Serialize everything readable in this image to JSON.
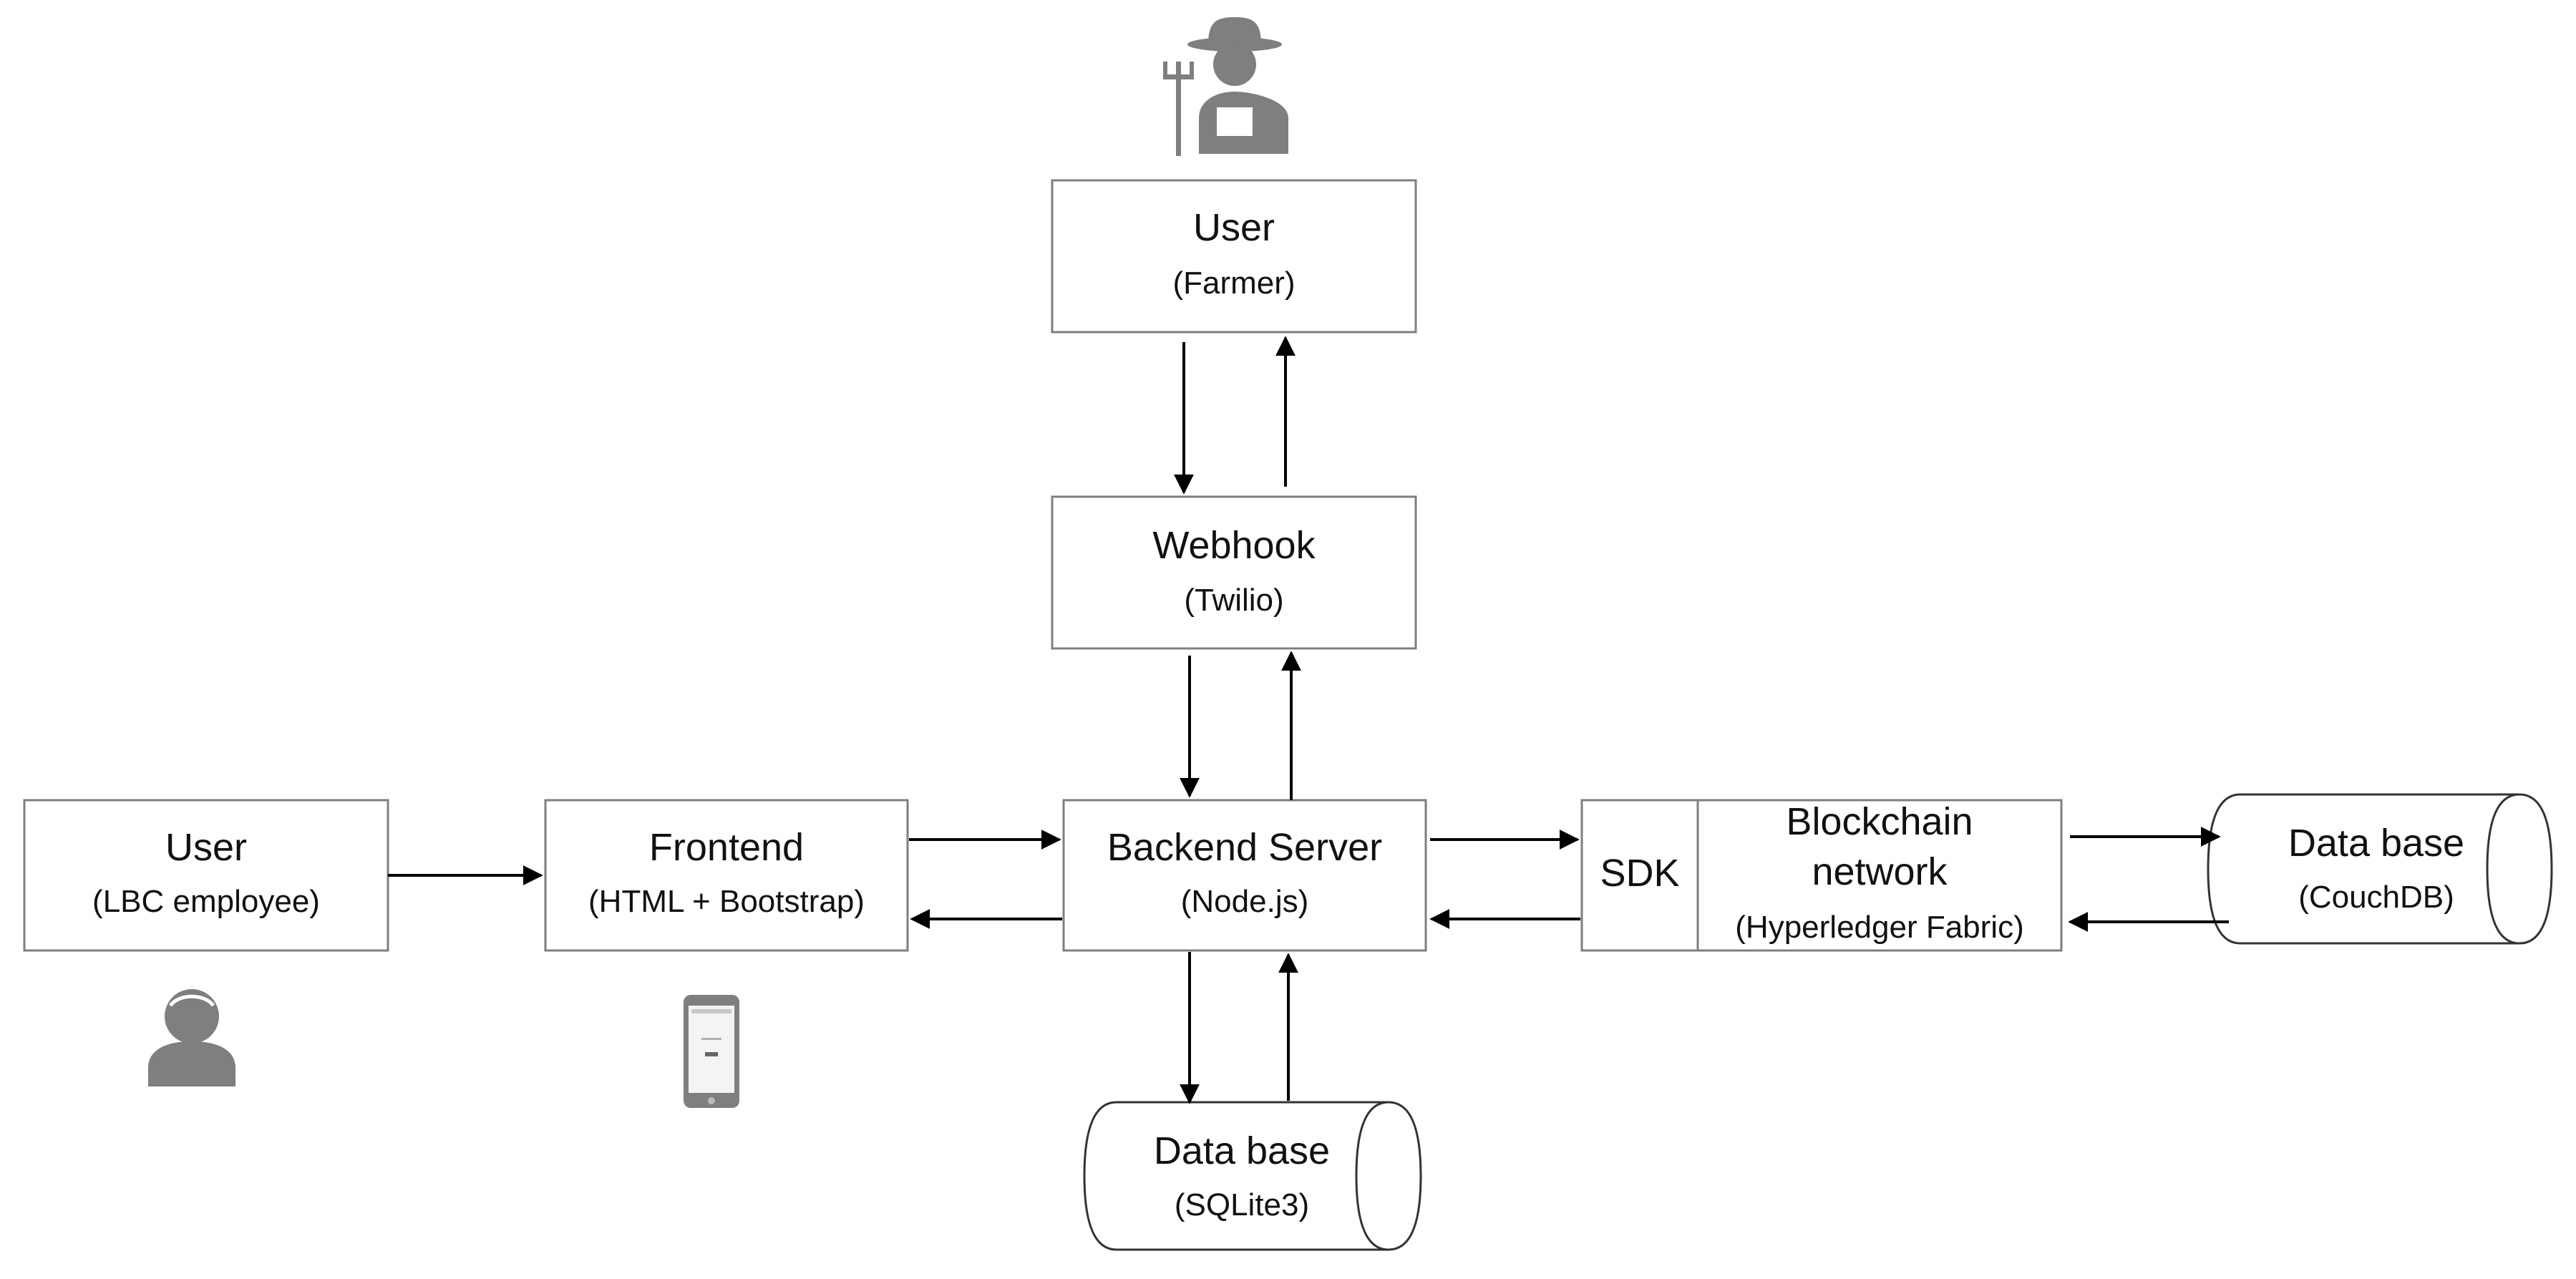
{
  "nodes": {
    "user_farmer": {
      "title": "User",
      "sub": "(Farmer)"
    },
    "webhook": {
      "title": "Webhook",
      "sub": "(Twilio)"
    },
    "user_lbc": {
      "title": "User",
      "sub": "(LBC employee)"
    },
    "frontend": {
      "title": "Frontend",
      "sub": "(HTML + Bootstrap)"
    },
    "backend": {
      "title": "Backend Server",
      "sub": "(Node.js)"
    },
    "sdk": {
      "label": "SDK"
    },
    "blockchain": {
      "line1": "Blockchain",
      "line2": "network",
      "sub": "(Hyperledger Fabric)"
    },
    "db_couch": {
      "title": "Data base",
      "sub": "(CouchDB)"
    },
    "db_sqlite": {
      "title": "Data base",
      "sub": "(SQLite3)"
    }
  },
  "icons": {
    "farmer": "farmer-icon",
    "employee": "person-icon",
    "phone": "smartphone-icon"
  },
  "colors": {
    "box_border": "#7f7f7f",
    "arrow": "#000000",
    "icon": "#7f7f7f"
  }
}
